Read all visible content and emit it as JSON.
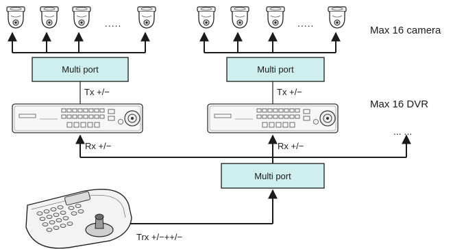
{
  "labels": {
    "max_cameras": "Max 16 camera",
    "max_dvr": "Max 16 DVR",
    "multiport_left": "Multi port",
    "multiport_right": "Multi port",
    "multiport_bottom": "Multi port",
    "tx_left": "Tx +/−",
    "tx_right": "Tx +/−",
    "rx_left": "Rx +/−",
    "rx_right": "Rx +/−",
    "trx": "Trx +/−++/−",
    "ellipsis_cam_left": ".....",
    "ellipsis_cam_right": ".....",
    "ellipsis_dvr": "... ..."
  },
  "colors": {
    "box_fill": "#cfeeee",
    "line": "#1a1a1a"
  },
  "icons": {
    "camera": "dome-camera-icon",
    "dvr": "dvr-recorder-icon",
    "controller": "ptz-keyboard-controller-icon"
  }
}
